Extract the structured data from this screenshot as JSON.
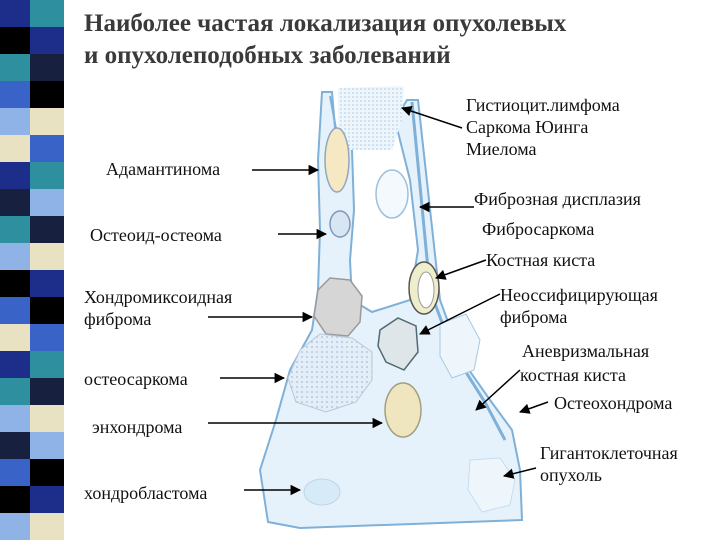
{
  "title": {
    "line1": "Наиболее частая локализация опухолевых",
    "line2": "и опухолеподобных заболеваний"
  },
  "labels_left": {
    "adamantinoma": "Адамантинома",
    "osteoid_osteoma": "Остеоид-остеома",
    "chondromyxoid_fibroma_1": "Хондромиксоидная",
    "chondromyxoid_fibroma_2": "фиброма",
    "osteosarcoma": "остеосаркома",
    "enchondroma": "энхондрома",
    "chondroblastoma": "хондробластома"
  },
  "labels_right": {
    "histiocytic_lymphoma": "Гистиоцит.лимфома",
    "ewing_sarcoma": "Саркома Юинга",
    "myeloma": "Миелома",
    "fibrous_dysplasia": "Фиброзная дисплазия",
    "fibrosarcoma": "Фибросаркома",
    "bone_cyst": "Костная киста",
    "non_ossifying_fibroma_1": "Неоссифицирующая",
    "non_ossifying_fibroma_2": "фиброма",
    "aneurysmal_bone_cyst_1": "Аневризмальная",
    "aneurysmal_bone_cyst_2": "костная киста",
    "osteochondroma": "Остеохондрома",
    "giant_cell_tumor_1": "Гигантоклеточная",
    "giant_cell_tumor_2": "опухоль"
  },
  "colors": {
    "bone_outline": "#7fb0d8",
    "bone_fill": "#e6f2fb",
    "arrow": "#000000",
    "stripe_palette": [
      "#1c2d8a",
      "#3a63c8",
      "#8fb3e6",
      "#2e8f9e",
      "#000000",
      "#e8e2c2",
      "#17213f"
    ]
  }
}
